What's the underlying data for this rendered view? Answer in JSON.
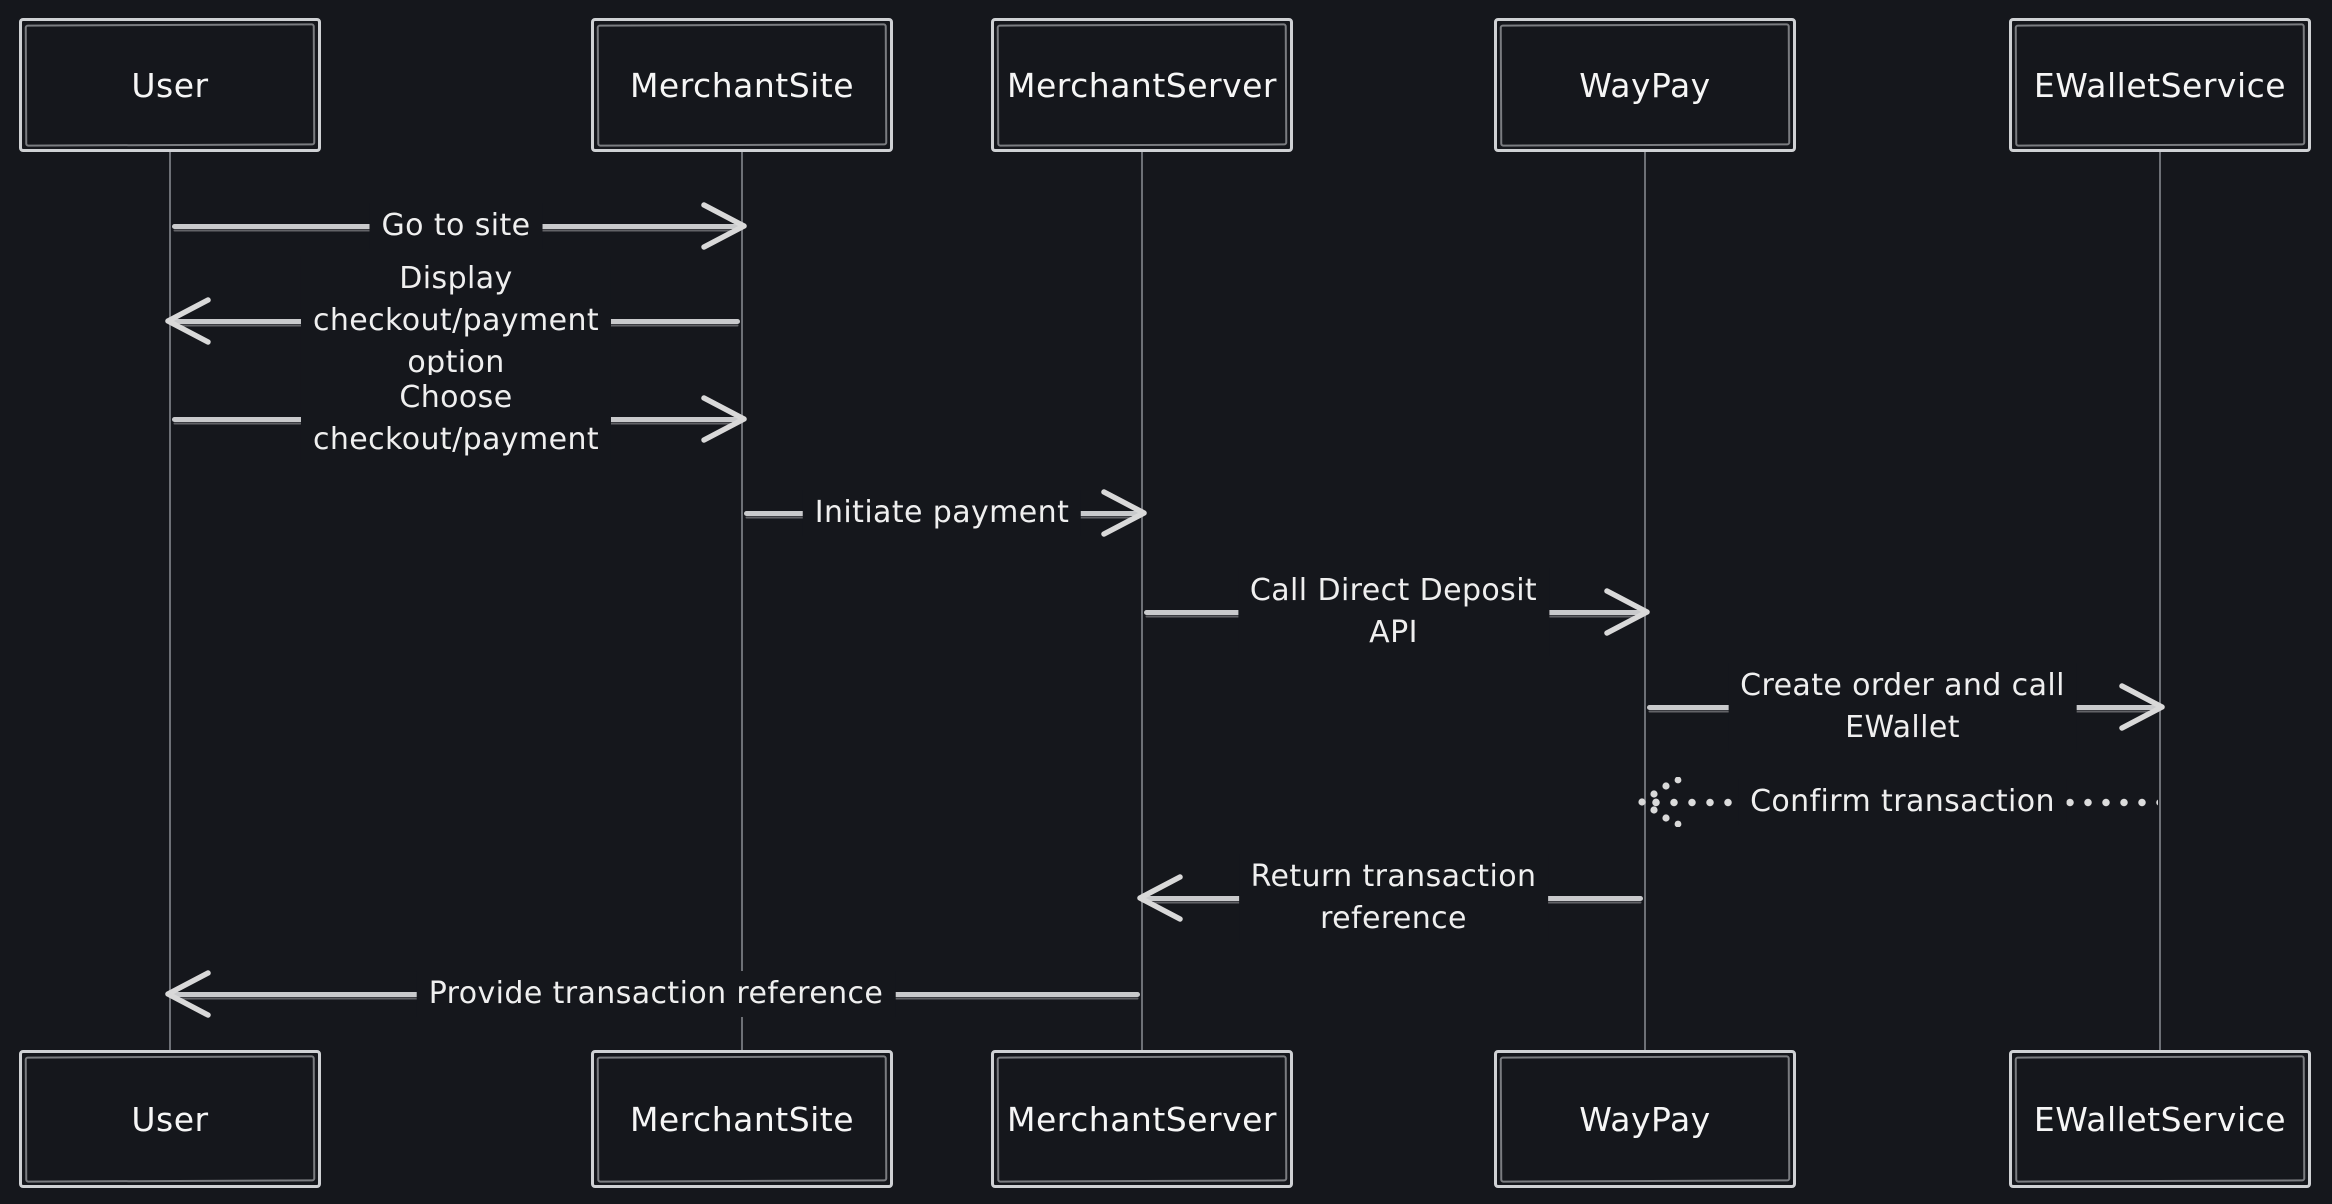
{
  "diagram": {
    "type": "sequence-diagram",
    "theme": "dark-sketch",
    "colors": {
      "background": "#15171c",
      "actor_border": "#cfd1d4",
      "message_line": "#c9cacc",
      "text": "#efefef",
      "lifeline": "#6d7076"
    },
    "actors": [
      {
        "name": "User"
      },
      {
        "name": "MerchantSite"
      },
      {
        "name": "MerchantServer"
      },
      {
        "name": "WayPay"
      },
      {
        "name": "EWalletService"
      }
    ],
    "messages": [
      {
        "from": "User",
        "to": "MerchantSite",
        "style": "solid",
        "direction": "right",
        "lines": [
          "Go to site"
        ]
      },
      {
        "from": "MerchantSite",
        "to": "User",
        "style": "solid",
        "direction": "left",
        "lines": [
          "Display",
          "checkout/payment",
          "option"
        ]
      },
      {
        "from": "User",
        "to": "MerchantSite",
        "style": "solid",
        "direction": "right",
        "lines": [
          "Choose",
          "checkout/payment"
        ]
      },
      {
        "from": "MerchantSite",
        "to": "MerchantServer",
        "style": "solid",
        "direction": "right",
        "lines": [
          "Initiate payment"
        ]
      },
      {
        "from": "MerchantServer",
        "to": "WayPay",
        "style": "solid",
        "direction": "right",
        "lines": [
          "Call Direct Deposit",
          "API"
        ]
      },
      {
        "from": "WayPay",
        "to": "EWalletService",
        "style": "solid",
        "direction": "right",
        "lines": [
          "Create order and call",
          "EWallet"
        ]
      },
      {
        "from": "EWalletService",
        "to": "WayPay",
        "style": "dotted",
        "direction": "left",
        "lines": [
          "Confirm transaction"
        ]
      },
      {
        "from": "WayPay",
        "to": "MerchantServer",
        "style": "solid",
        "direction": "left",
        "lines": [
          "Return transaction",
          "reference"
        ]
      },
      {
        "from": "MerchantServer",
        "to": "User",
        "style": "solid",
        "direction": "left",
        "lines": [
          "Provide transaction reference"
        ]
      }
    ]
  }
}
